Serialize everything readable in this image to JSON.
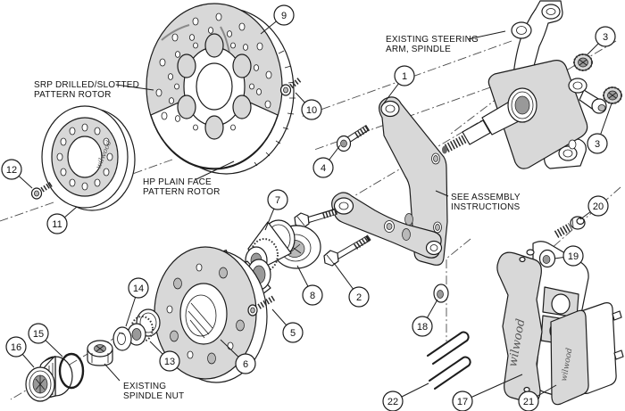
{
  "colors": {
    "background": "#ffffff",
    "line": "#1c1c1c",
    "part_fill": "#d8d8d8"
  },
  "brand": {
    "script": "wilwood"
  },
  "labels": {
    "srp_rotor": {
      "line1": "SRP DRILLED/SLOTTED",
      "line2": "PATTERN ROTOR"
    },
    "hp_rotor": {
      "line1": "HP PLAIN FACE",
      "line2": "PATTERN ROTOR"
    },
    "steering_arm": {
      "line1": "EXISTING STEERING",
      "line2": "ARM, SPINDLE"
    },
    "assembly_note": {
      "line1": "SEE ASSEMBLY",
      "line2": "INSTRUCTIONS"
    },
    "spindle_nut": {
      "line1": "EXISTING",
      "line2": "SPINDLE NUT"
    }
  },
  "callouts": {
    "c1": "1",
    "c2": "2",
    "c3a": "3",
    "c3b": "3",
    "c4": "4",
    "c5": "5",
    "c6": "6",
    "c7": "7",
    "c8": "8",
    "c9": "9",
    "c10": "10",
    "c11": "11",
    "c12": "12",
    "c13": "13",
    "c14": "14",
    "c15": "15",
    "c16": "16",
    "c17": "17",
    "c18": "18",
    "c19": "19",
    "c20": "20",
    "c21": "21",
    "c22": "22"
  }
}
